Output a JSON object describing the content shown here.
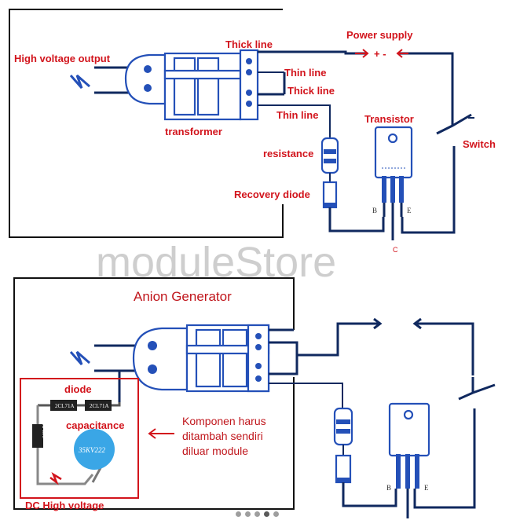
{
  "top_diagram": {
    "labels": {
      "high_voltage_output": "High voltage output",
      "thick_line_1": "Thick line",
      "thin_line_1": "Thin line",
      "thick_line_2": "Thick line",
      "thin_line_2": "Thin line",
      "power_supply": "Power supply",
      "power_polarity": "+ -",
      "transformer": "transformer",
      "transistor": "Transistor",
      "switch": "Switch",
      "resistance": "resistance",
      "recovery_diode": "Recovery diode",
      "pin_b": "B",
      "pin_e": "E",
      "pin_c": "C"
    }
  },
  "watermark": "moduleStore",
  "bottom_diagram": {
    "title": "Anion Generator",
    "labels": {
      "diode": "diode",
      "capacitance": "capacitance",
      "dc_high_voltage": "DC High voltage",
      "chip_text": "2CL71A",
      "capacitor_text": "35KV222",
      "pin_b": "B",
      "pin_e": "E"
    },
    "note_lines": [
      "Komponen harus",
      "ditambah sendiri",
      "diluar module"
    ],
    "colors": {
      "note_box": "#d2141c",
      "arrow": "#d2141c"
    }
  },
  "colors": {
    "wire": "#10295f",
    "component_blue": "#2450b8",
    "label_red": "#d2141c"
  },
  "carousel": {
    "count": 5,
    "active": 4
  }
}
